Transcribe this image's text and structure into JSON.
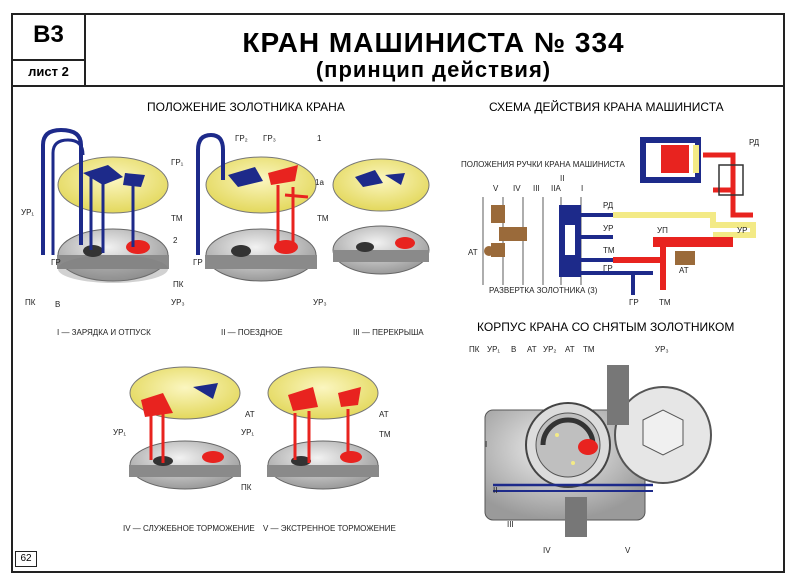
{
  "header": {
    "code": "В3",
    "sheet": "лист 2",
    "title": "КРАН МАШИНИСТА № 334",
    "subtitle": "(принцип действия)"
  },
  "sections": {
    "positions_title": "ПОЛОЖЕНИЕ ЗОЛОТНИКА КРАНА",
    "scheme_title": "СХЕМА ДЕЙСТВИЯ КРАНА МАШИНИСТА",
    "body_title": "КОРПУС КРАНА СО СНЯТЫМ ЗОЛОТНИКОМ"
  },
  "captions": {
    "p1": "I — ЗАРЯДКА И ОТПУСК",
    "p2": "II — ПОЕЗДНОЕ",
    "p3": "III — ПЕРЕКРЫША",
    "p4": "IV — СЛУЖЕБНОЕ ТОРМОЖЕНИЕ",
    "p5": "V — ЭКСТРЕННОЕ ТОРМОЖЕНИЕ"
  },
  "labels": {
    "ur1": "УР₁",
    "gr": "ГР",
    "pk": "ПК",
    "v": "В",
    "tm": "ТМ",
    "ur3": "УР₃",
    "gr1": "ГР₁",
    "gr2": "ГР₂",
    "gr3": "ГР₃",
    "n1": "1",
    "n1a": "1а",
    "n2": "2",
    "at": "АТ",
    "ur2": "УР₂",
    "ur": "УР",
    "rd": "РД",
    "up": "УП"
  },
  "scheme": {
    "handle_positions_label": "ПОЛОЖЕНИЯ РУЧКИ КРАНА МАШИНИСТА",
    "unfold_label": "РАЗВЕРТКА ЗОЛОТНИКА (3)",
    "roman": [
      "V",
      "IV",
      "III",
      "IIА",
      "II",
      "I"
    ]
  },
  "body_roman": [
    "I",
    "II",
    "III",
    "IV",
    "V"
  ],
  "page_number": "62",
  "colors": {
    "blue": "#1d2a8a",
    "red": "#e8231f",
    "yellow": "#f3ea86",
    "brown": "#9a6a3a",
    "grey": "#8a8a8a"
  }
}
